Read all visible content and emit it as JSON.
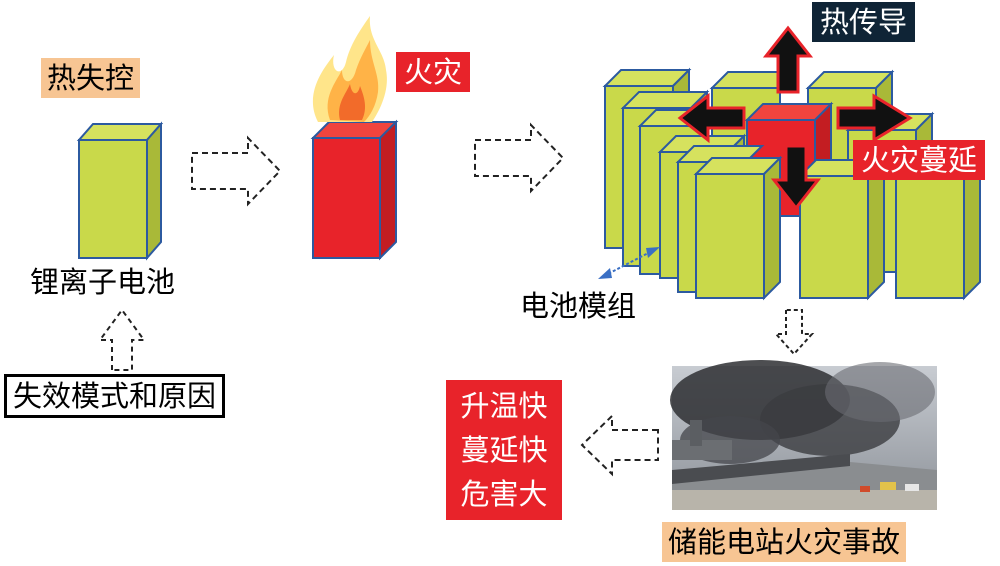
{
  "labels": {
    "thermal_runaway": "热失控",
    "fire": "火灾",
    "heat_conduction": "热传导",
    "fire_spread": "火灾蔓延",
    "li_ion_battery": "锂离子电池",
    "battery_module": "电池模组",
    "failure_modes": "失效模式和原因",
    "consequences": [
      "升温快",
      "蔓延快",
      "危害大"
    ],
    "accident": "储能电站火灾事故"
  },
  "colors": {
    "cell_fill": "#c9d94a",
    "cell_edge": "#2c5aa0",
    "fire_cell": "#e8232a",
    "label_red": "#e8232a",
    "label_orange": "#f7c593",
    "label_dark": "#0f2436"
  }
}
